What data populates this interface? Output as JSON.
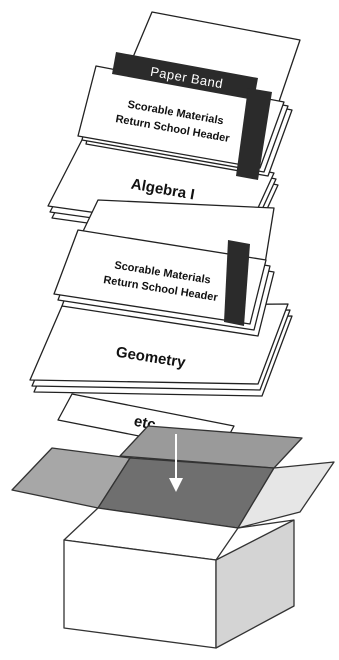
{
  "diagram": {
    "band_label": "Paper Band",
    "group1": {
      "header_line1": "Scorable Materials",
      "header_line2": "Return School Header",
      "subject": "Algebra I"
    },
    "group2": {
      "header_line1": "Scorable Materials",
      "header_line2": "Return School Header",
      "subject": "Geometry"
    },
    "tail_label": "etc."
  },
  "colors": {
    "band": "#2b2b2b",
    "box_top_flap": "#9a9a9a",
    "box_interior": "#6f6f6f",
    "box_side": "#d4d4d4",
    "box_front": "#ffffff"
  }
}
